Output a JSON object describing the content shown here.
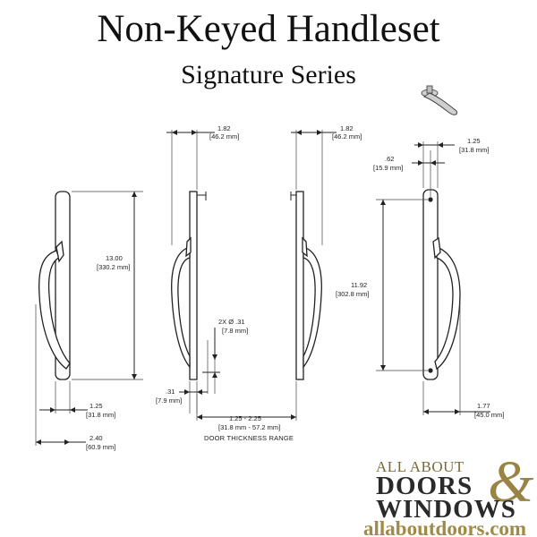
{
  "header": {
    "title": "Non-Keyed Handleset",
    "subtitle": "Signature Series"
  },
  "dimensions": {
    "depth_top_a": "1.82",
    "depth_top_a_mm": "[46.2 mm]",
    "depth_top_b": "1.82",
    "depth_top_b_mm": "[46.2 mm]",
    "height": "13.00",
    "height_mm": "[330.2 mm]",
    "hole_dia": "2X  Ø .31",
    "hole_dia_mm": "[7.8 mm]",
    "plate_thk": ".31",
    "plate_thk_mm": "[7.9 mm]",
    "width_a": "1.25",
    "width_a_mm": "[31.8 mm]",
    "overall_depth": "2.40",
    "overall_depth_mm": "[60.9 mm]",
    "door_range": "1.25 - 2.25",
    "door_range_mm": "[31.8 mm - 57.2 mm]",
    "door_caption": "DOOR THICKNESS RANGE",
    "offset": ".62",
    "offset_mm": "[15.9 mm]",
    "width_b": "1.25",
    "width_b_mm": "[31.8 mm]",
    "hole_spacing": "11.92",
    "hole_spacing_mm": "[302.8 mm]",
    "handle_proj": "1.77",
    "handle_proj_mm": "[45.0 mm]"
  },
  "logo": {
    "line1": "ALL ABOUT",
    "line2": "DOORS",
    "amp": "&",
    "line3": "WINDOWS",
    "url": "allaboutdoors.com"
  }
}
